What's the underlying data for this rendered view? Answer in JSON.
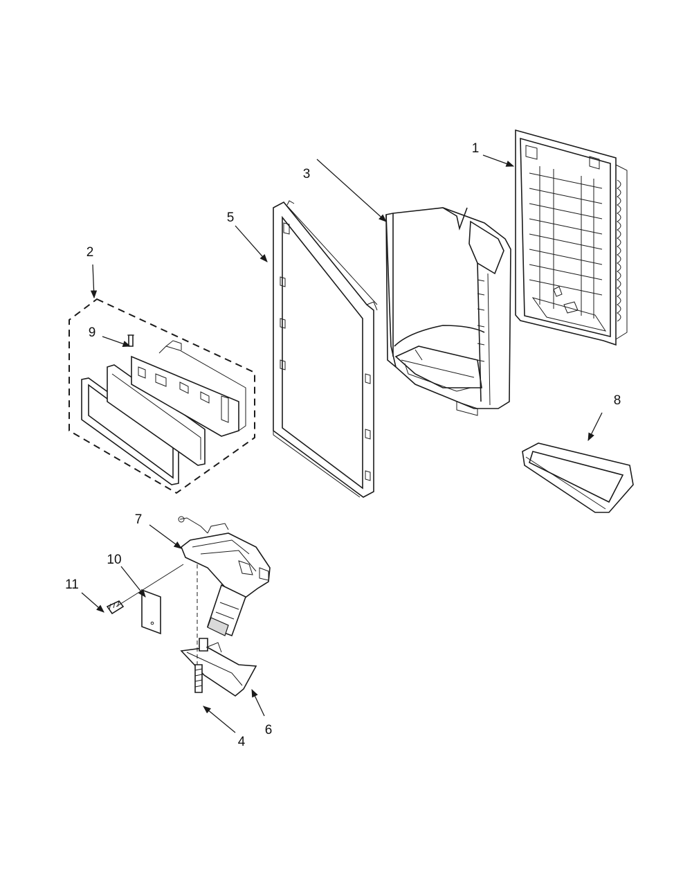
{
  "diagram": {
    "part_labels": {
      "p1": "1",
      "p2": "2",
      "p3": "3",
      "p4": "4",
      "p5": "5",
      "p6": "6",
      "p7": "7",
      "p8": "8",
      "p9": "9",
      "p10": "10",
      "p11": "11"
    },
    "line_color": "#1a1a1a",
    "background": "#ffffff"
  }
}
